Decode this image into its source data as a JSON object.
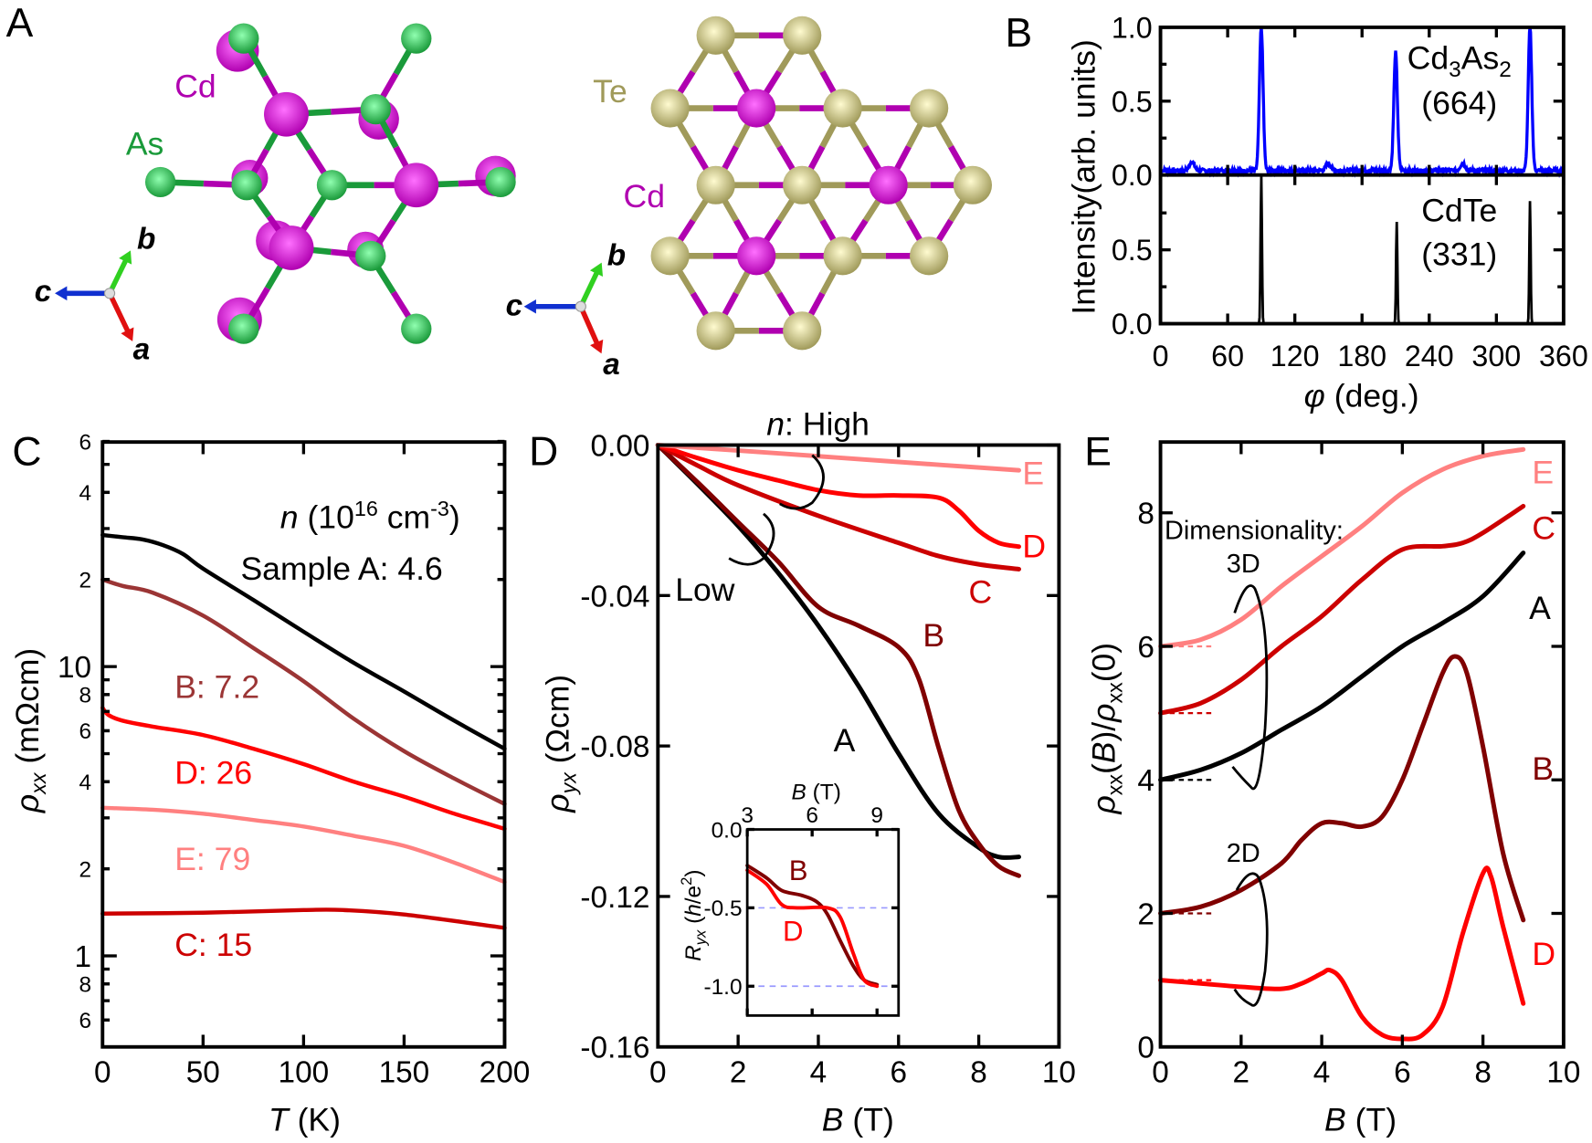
{
  "panels": {
    "a": "A",
    "b": "B",
    "c": "C",
    "d": "D",
    "e": "E"
  },
  "structures": {
    "cd3as2": {
      "cd_label": "Cd",
      "as_label": "As"
    },
    "cdte": {
      "te_label": "Te",
      "cd_label": "Cd"
    },
    "axis_triad": {
      "a": "a",
      "b": "b",
      "c": "c"
    },
    "colors": {
      "Cd": "#b000b0",
      "As": "#1a9a3a",
      "Te": "#a09a5a",
      "a_axis": "#e01010",
      "b_axis": "#30d020",
      "c_axis": "#1030d0"
    }
  },
  "chart_data": [
    {
      "panel": "B",
      "type": "line",
      "xlabel_symbol": "φ",
      "xlabel_unit": " (deg.)",
      "ylabel": "Intensity(arb. units)",
      "xlim": [
        0,
        360
      ],
      "xticks": [
        "0",
        "60",
        "120",
        "180",
        "240",
        "300",
        "360"
      ],
      "grid": false,
      "subplots": [
        {
          "label_parts": [
            "Cd",
            "3",
            "As",
            "2"
          ],
          "label_index": "(664)",
          "color": "#0000ff",
          "ylim": [
            0,
            1.0
          ],
          "yticks": [
            "0.0",
            "0.5",
            "1.0"
          ],
          "baseline": 0.03,
          "peaks": [
            {
              "phi": 28,
              "intensity": 0.09
            },
            {
              "phi": 90,
              "intensity": 1.0
            },
            {
              "phi": 150,
              "intensity": 0.08
            },
            {
              "phi": 210,
              "intensity": 0.83
            },
            {
              "phi": 270,
              "intensity": 0.08
            },
            {
              "phi": 330,
              "intensity": 1.0
            }
          ]
        },
        {
          "label_parts": [
            "CdTe"
          ],
          "label_index": "(331)",
          "color": "#000000",
          "ylim": [
            0,
            1.0
          ],
          "yticks": [
            "0.0",
            "0.5"
          ],
          "baseline": 0.0,
          "peaks": [
            {
              "phi": 90,
              "intensity": 1.0
            },
            {
              "phi": 211,
              "intensity": 0.69
            },
            {
              "phi": 330,
              "intensity": 0.83
            }
          ]
        }
      ]
    },
    {
      "panel": "C",
      "type": "line",
      "xlabel_symbol": "T",
      "xlabel_unit": " (K)",
      "ylabel_symbol": "ρ",
      "ylabel_sub": "xx",
      "ylabel_unit": " (mΩcm)",
      "xlim": [
        0,
        200
      ],
      "ylim": [
        0.5,
        60
      ],
      "yscale": "log",
      "xticks": [
        "0",
        "50",
        "100",
        "150",
        "200"
      ],
      "yticks": [
        {
          "v": 0.6,
          "label": "6"
        },
        {
          "v": 0.8,
          "label": "8"
        },
        {
          "v": 1,
          "label": "1",
          "major": true
        },
        {
          "v": 2,
          "label": "2"
        },
        {
          "v": 4,
          "label": "4"
        },
        {
          "v": 6,
          "label": "6"
        },
        {
          "v": 8,
          "label": "8"
        },
        {
          "v": 10,
          "label": "10",
          "major": true
        },
        {
          "v": 20,
          "label": "2"
        },
        {
          "v": 40,
          "label": "4"
        },
        {
          "v": 60,
          "label": "6"
        }
      ],
      "legend_title_symbol": "n",
      "legend_title_unit": " (10",
      "legend_title_exp": "16",
      "legend_title_unit2": " cm",
      "legend_title_exp2": "-3",
      "legend_title_close": ")",
      "series": [
        {
          "sample": "A",
          "label": "Sample A: 4.6",
          "color": "#000000",
          "T": [
            0,
            10,
            20,
            30,
            40,
            50,
            75,
            100,
            125,
            150,
            175,
            200
          ],
          "rho": [
            28.5,
            28,
            27.5,
            26.3,
            24.5,
            21.8,
            17,
            13.2,
            10.3,
            8.2,
            6.5,
            5.2
          ]
        },
        {
          "sample": "B",
          "label": "B: 7.2",
          "color": "#9b3535",
          "T": [
            0,
            10,
            25,
            50,
            75,
            100,
            125,
            150,
            175,
            200
          ],
          "rho": [
            20,
            19,
            18,
            15,
            11.6,
            8.9,
            6.6,
            5.1,
            4.1,
            3.35
          ]
        },
        {
          "sample": "D",
          "label": "D: 26",
          "color": "#ff0000",
          "T": [
            0,
            3,
            10,
            25,
            50,
            75,
            100,
            125,
            150,
            175,
            200
          ],
          "rho": [
            7.2,
            6.8,
            6.5,
            6.2,
            5.8,
            5.2,
            4.6,
            4.0,
            3.55,
            3.1,
            2.75
          ]
        },
        {
          "sample": "E",
          "label": "E: 79",
          "color": "#ff8080",
          "T": [
            0,
            25,
            50,
            75,
            100,
            125,
            150,
            175,
            200
          ],
          "rho": [
            3.25,
            3.2,
            3.1,
            2.95,
            2.8,
            2.6,
            2.4,
            2.1,
            1.8
          ]
        },
        {
          "sample": "C",
          "label": "C: 15",
          "color": "#cc0000",
          "T": [
            0,
            50,
            100,
            120,
            150,
            200
          ],
          "rho": [
            1.4,
            1.41,
            1.44,
            1.44,
            1.39,
            1.25
          ]
        }
      ]
    },
    {
      "panel": "D",
      "type": "line",
      "xlabel_symbol": "B",
      "xlabel_unit": " (T)",
      "ylabel_symbol": "ρ",
      "ylabel_sub": "yx",
      "ylabel_unit": " (Ωcm)",
      "xlim": [
        0,
        10
      ],
      "ylim": [
        -0.16,
        0
      ],
      "xticks": [
        "0",
        "2",
        "4",
        "6",
        "8",
        "10"
      ],
      "yticks": [
        "0.00",
        "-0.04",
        "-0.08",
        "-0.12",
        "-0.16"
      ],
      "annotation_high_symbol": "n",
      "annotation_high": ": High",
      "annotation_low": "Low",
      "series": [
        {
          "name": "A",
          "color": "#000000",
          "B": [
            0,
            1,
            2,
            3,
            4,
            5,
            6,
            7,
            8,
            8.5,
            9
          ],
          "rho": [
            0,
            -0.0105,
            -0.0215,
            -0.034,
            -0.048,
            -0.064,
            -0.082,
            -0.098,
            -0.107,
            -0.1095,
            -0.1095
          ]
        },
        {
          "name": "B",
          "color": "#800000",
          "B": [
            0,
            1,
            2,
            3,
            4,
            5,
            6,
            6.5,
            7,
            7.5,
            8,
            8.5,
            9
          ],
          "rho": [
            0,
            -0.01,
            -0.0205,
            -0.031,
            -0.043,
            -0.048,
            -0.0537,
            -0.062,
            -0.0805,
            -0.097,
            -0.106,
            -0.112,
            -0.1145
          ]
        },
        {
          "name": "C",
          "color": "#cc0000",
          "B": [
            0,
            1,
            2,
            4,
            6,
            7,
            8,
            9
          ],
          "rho": [
            0,
            -0.0055,
            -0.0107,
            -0.0188,
            -0.026,
            -0.0295,
            -0.0317,
            -0.033
          ]
        },
        {
          "name": "D",
          "color": "#ff0000",
          "B": [
            0,
            1,
            2,
            3,
            4,
            5,
            6,
            7,
            7.5,
            8,
            8.5,
            9
          ],
          "rho": [
            0,
            -0.0035,
            -0.0067,
            -0.0094,
            -0.012,
            -0.0134,
            -0.0134,
            -0.014,
            -0.0174,
            -0.0228,
            -0.026,
            -0.027
          ]
        },
        {
          "name": "E",
          "color": "#ff8080",
          "B": [
            0,
            3,
            6,
            9
          ],
          "rho": [
            0,
            -0.0022,
            -0.0045,
            -0.0067
          ]
        }
      ],
      "inset": {
        "xlabel_symbol": "B",
        "xlabel_unit": " (T)",
        "ylabel_symbol": "R",
        "ylabel_sub": "yx",
        "ylabel_unit": " (",
        "ylabel_h": "h",
        "ylabel_rest": "/e",
        "ylabel_exp": "2",
        "ylabel_close": ")",
        "xlim": [
          3,
          10
        ],
        "ylim": [
          -1.2,
          0
        ],
        "xticks": [
          "3",
          "6",
          "9"
        ],
        "yticks": [
          "0.0",
          "-0.5",
          "-1.0"
        ],
        "reference_lines": [
          -0.5,
          -1.0
        ],
        "reference_color": "#9999ff",
        "series": [
          {
            "name": "B",
            "color": "#800000",
            "B": [
              3,
              3.9,
              4.6,
              5.5,
              6.2,
              6.7,
              7.3,
              7.9,
              8.4,
              9
            ],
            "R": [
              -0.23,
              -0.31,
              -0.39,
              -0.42,
              -0.46,
              -0.54,
              -0.71,
              -0.87,
              -0.96,
              -0.99
            ]
          },
          {
            "name": "D",
            "color": "#ff0000",
            "B": [
              3,
              3.9,
              4.6,
              5.3,
              6.7,
              7.3,
              7.9,
              8.4,
              9
            ],
            "R": [
              -0.26,
              -0.35,
              -0.48,
              -0.5,
              -0.5,
              -0.56,
              -0.79,
              -0.96,
              -1.0
            ]
          }
        ]
      }
    },
    {
      "panel": "E",
      "type": "line",
      "xlabel_symbol": "B",
      "xlabel_unit": " (T)",
      "ylabel": [
        "ρ",
        "xx",
        "(",
        "B",
        ")/",
        "ρ",
        "xx",
        "(0)"
      ],
      "xlim": [
        0,
        10
      ],
      "ylim": [
        0,
        9
      ],
      "xticks": [
        "0",
        "2",
        "4",
        "6",
        "8",
        "10"
      ],
      "yticks": [
        "0",
        "2",
        "4",
        "6",
        "8"
      ],
      "annotation_title": "Dimensionality:",
      "annotation_3d": "3D",
      "annotation_2d": "2D",
      "series": [
        {
          "name": "E",
          "color": "#ff8080",
          "offset": 6,
          "B": [
            0,
            1,
            2,
            3,
            4,
            5,
            6,
            7,
            8,
            9
          ],
          "y": [
            6.0,
            6.1,
            6.4,
            6.9,
            7.35,
            7.8,
            8.3,
            8.65,
            8.85,
            8.95
          ]
        },
        {
          "name": "C",
          "color": "#cc0000",
          "offset": 5,
          "B": [
            0,
            1,
            2,
            3,
            4,
            5,
            6,
            7,
            7.5,
            8,
            9
          ],
          "y": [
            5.0,
            5.15,
            5.5,
            6.0,
            6.45,
            7.0,
            7.45,
            7.5,
            7.55,
            7.7,
            8.1
          ]
        },
        {
          "name": "A",
          "color": "#000000",
          "offset": 4,
          "B": [
            0,
            1,
            2,
            3,
            4,
            5,
            6,
            7,
            8,
            9
          ],
          "y": [
            4.0,
            4.15,
            4.4,
            4.75,
            5.1,
            5.55,
            6.0,
            6.35,
            6.75,
            7.4
          ]
        },
        {
          "name": "B",
          "color": "#800000",
          "offset": 2,
          "B": [
            0,
            1,
            2,
            3,
            3.5,
            4,
            4.5,
            5,
            5.5,
            6,
            6.5,
            7,
            7.3,
            7.6,
            8,
            8.5,
            9
          ],
          "y": [
            2.0,
            2.1,
            2.35,
            2.75,
            3.1,
            3.35,
            3.35,
            3.3,
            3.45,
            4.0,
            4.8,
            5.6,
            5.85,
            5.6,
            4.5,
            2.9,
            1.9
          ]
        },
        {
          "name": "D",
          "color": "#ff0000",
          "offset": 1,
          "B": [
            0,
            1,
            2,
            3,
            3.5,
            4,
            4.2,
            4.5,
            5,
            5.5,
            6,
            6.5,
            7,
            7.5,
            8,
            8.2,
            8.5,
            9
          ],
          "y": [
            1.0,
            0.95,
            0.9,
            0.87,
            0.95,
            1.1,
            1.15,
            1.0,
            0.45,
            0.18,
            0.12,
            0.18,
            0.6,
            1.7,
            2.6,
            2.55,
            1.8,
            0.65
          ]
        }
      ]
    }
  ]
}
